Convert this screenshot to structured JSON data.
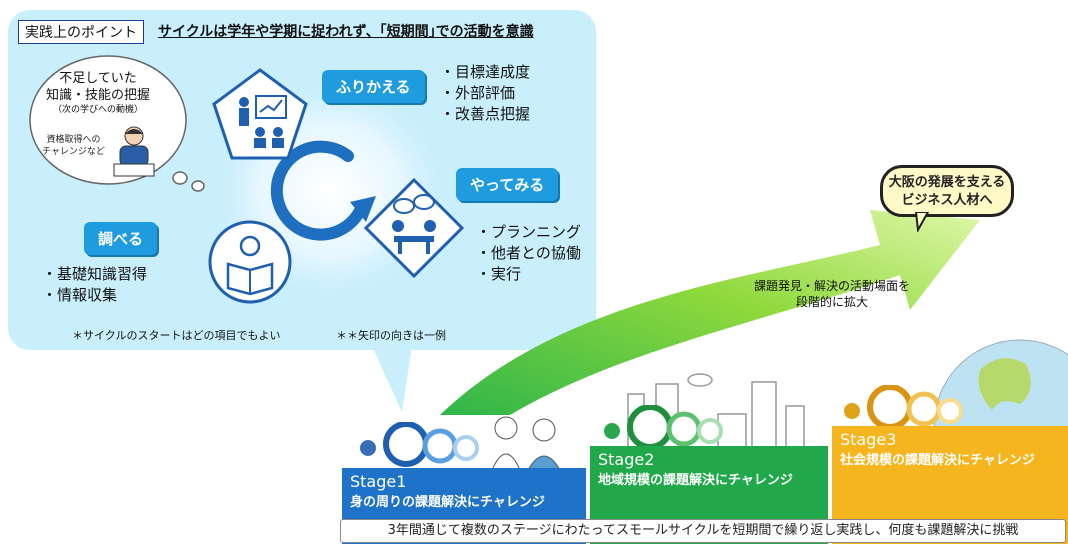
{
  "point": {
    "tag": "実践上のポイント",
    "headline": "サイクルは学年や学期に捉われず、｢短期間｣での活動を意識"
  },
  "thought": {
    "main": [
      "不足していた",
      "知識・技能の把握"
    ],
    "sub1": "（次の学びへの動機）",
    "sub2": [
      "資格取得への",
      "チャレンジなど"
    ]
  },
  "cycle": {
    "reflect": {
      "label": "ふりかえる",
      "items": [
        "・目標達成度",
        "・外部評価",
        "・改善点把握"
      ]
    },
    "try": {
      "label": "やってみる",
      "items": [
        "・プランニング",
        "・他者との協働",
        "・実行"
      ]
    },
    "research": {
      "label": "調べる",
      "items": [
        "・基礎知識習得",
        "・情報収集"
      ]
    }
  },
  "notes": {
    "start": "＊サイクルのスタートはどの項目でもよい",
    "arrow": "＊＊矢印の向きは一例"
  },
  "growth": {
    "arrow_label": [
      "課題発見・解決の活動場面を",
      "段階的に拡大"
    ],
    "goal": [
      "大阪の発展を支える",
      "ビジネス人材へ"
    ]
  },
  "stages": [
    {
      "title": "Stage1",
      "subtitle": "身の周りの課題解決にチャレンジ",
      "color": "#1e73c8"
    },
    {
      "title": "Stage2",
      "subtitle": "地域規模の課題解決にチャレンジ",
      "color": "#21a84a"
    },
    {
      "title": "Stage3",
      "subtitle": "社会規模の課題解決にチャレンジ",
      "color": "#f5b51e"
    }
  ],
  "bottom_text": "3年間通じて複数のステージにわたってスモールサイクルを短期間で繰り返し実践し、何度も課題解決に挑戦"
}
